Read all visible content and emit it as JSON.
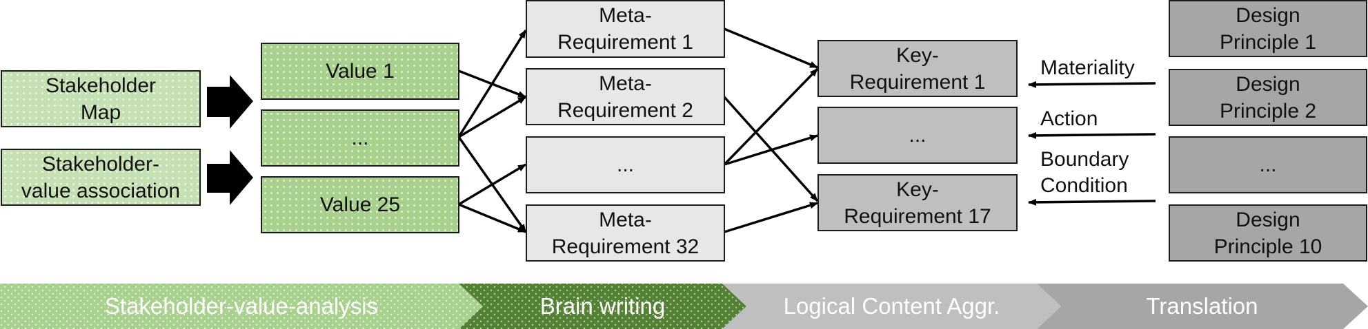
{
  "inputs": [
    {
      "id": "stakeholder-map",
      "label": "Stakeholder\nMap"
    },
    {
      "id": "stakeholder-value-association",
      "label": "Stakeholder-\nvalue association"
    }
  ],
  "values": [
    "Value 1",
    "...",
    "Value 25"
  ],
  "meta_requirements": [
    "Meta-\nRequirement 1",
    "Meta-\nRequirement 2",
    "...",
    "Meta-\nRequirement 32"
  ],
  "key_requirements": [
    "Key-\nRequirement 1",
    "...",
    "Key-\nRequirement 17"
  ],
  "translation_labels": [
    "Materiality",
    "Action",
    "Boundary\nCondition"
  ],
  "design_principles": [
    "Design\nPrinciple 1",
    "Design\nPrinciple 2",
    "...",
    "Design\nPrinciple 10"
  ],
  "phases": [
    "Stakeholder-value-analysis",
    "Brain writing",
    "Logical Content Aggr.",
    "Translation"
  ],
  "colors": {
    "light_green": "#c5e0b3",
    "mid_green": "#a9d18e",
    "dark_green": "#548235",
    "grey_light": "#e7e7e7",
    "grey_mid": "#bfbfbf",
    "grey_dark": "#a6a6a6"
  }
}
